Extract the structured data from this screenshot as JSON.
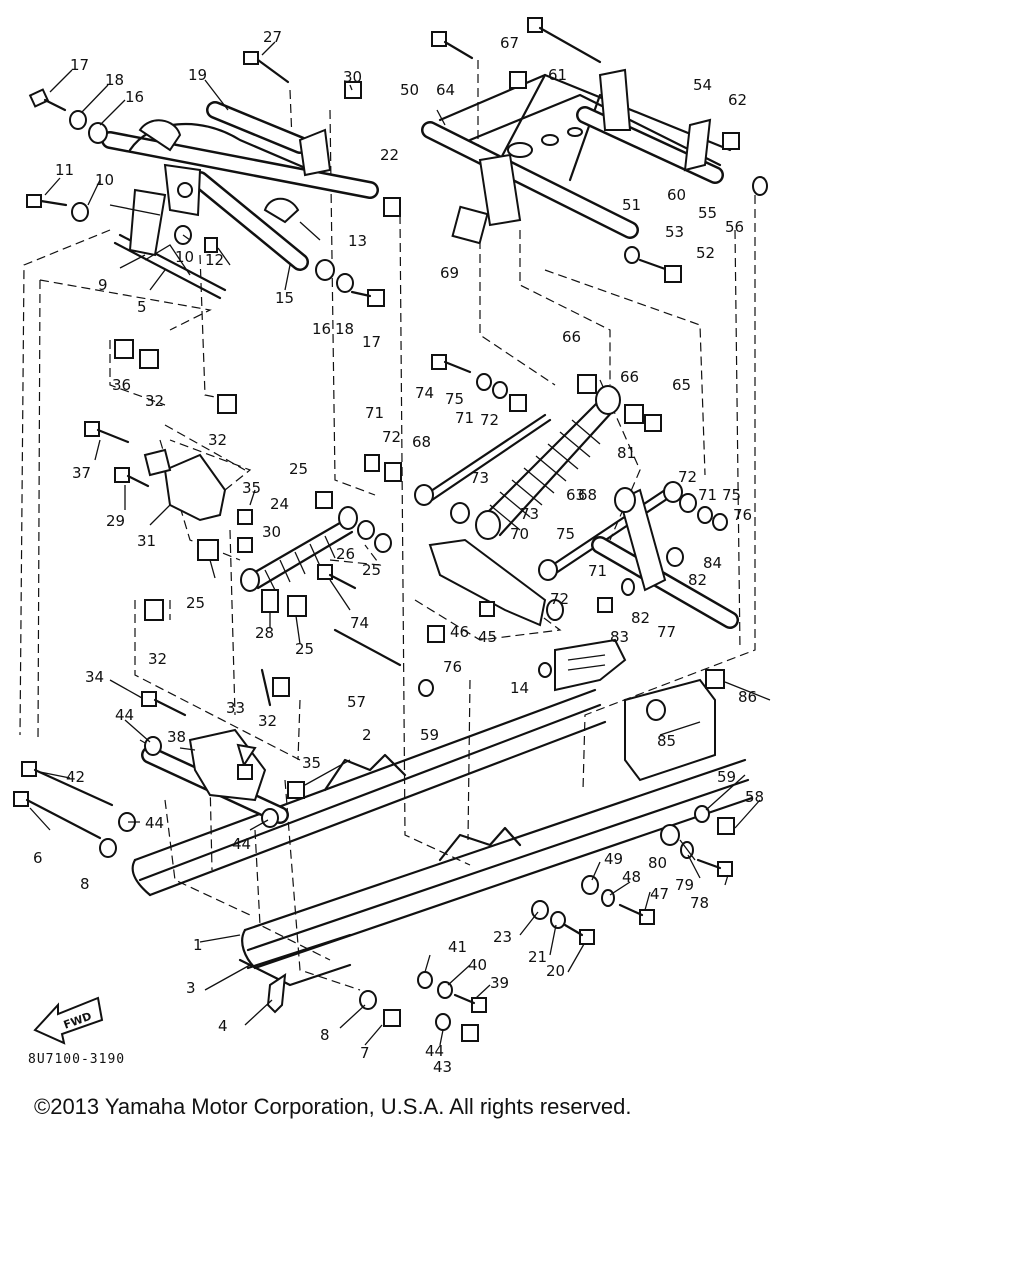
{
  "diagram": {
    "drawing_code": "8U7100-3190",
    "fwd_label": "FWD",
    "copyright": "©2013 Yamaha Motor Corporation, U.S.A. All rights reserved.",
    "callouts": [
      "17",
      "18",
      "16",
      "19",
      "27",
      "30",
      "50",
      "64",
      "67",
      "61",
      "54",
      "62",
      "11",
      "10",
      "22",
      "10",
      "12",
      "13",
      "9",
      "5",
      "15",
      "16",
      "18",
      "17",
      "69",
      "55",
      "56",
      "60",
      "51",
      "53",
      "52",
      "66",
      "66",
      "65",
      "36",
      "32",
      "32",
      "74",
      "75",
      "71",
      "72",
      "71",
      "72",
      "68",
      "73",
      "81",
      "72",
      "71",
      "75",
      "76",
      "37",
      "29",
      "31",
      "35",
      "30",
      "25",
      "24",
      "26",
      "25",
      "63",
      "68",
      "73",
      "70",
      "75",
      "84",
      "82",
      "25",
      "28",
      "25",
      "74",
      "46",
      "45",
      "71",
      "72",
      "82",
      "83",
      "77",
      "32",
      "76",
      "14",
      "34",
      "33",
      "32",
      "57",
      "59",
      "86",
      "44",
      "38",
      "35",
      "2",
      "85",
      "42",
      "44",
      "44",
      "59",
      "58",
      "6",
      "8",
      "49",
      "80",
      "79",
      "48",
      "78",
      "47",
      "1",
      "23",
      "21",
      "20",
      "41",
      "40",
      "39",
      "3",
      "8",
      "4",
      "7",
      "44",
      "43"
    ]
  }
}
